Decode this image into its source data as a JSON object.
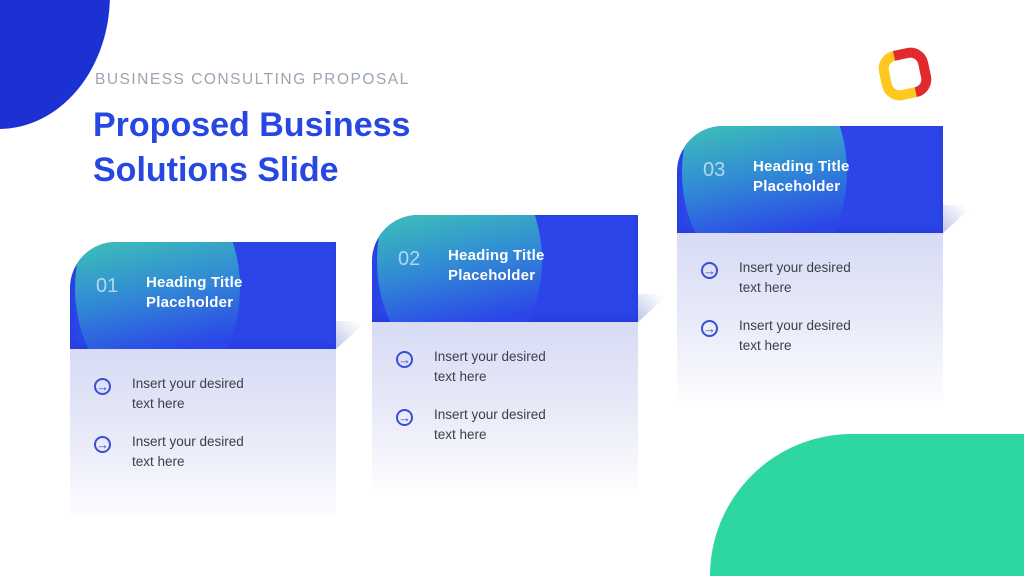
{
  "slide": {
    "kicker": "BUSINESS CONSULTING PROPOSAL",
    "title_line1": "Proposed Business",
    "title_line2": "Solutions Slide"
  },
  "cards": [
    {
      "number": "01",
      "heading": "Heading Title Placeholder",
      "items": [
        "Insert your desired text here",
        "Insert your desired text here"
      ]
    },
    {
      "number": "02",
      "heading": "Heading Title Placeholder",
      "items": [
        "Insert your desired text here",
        "Insert your desired text here"
      ]
    },
    {
      "number": "03",
      "heading": "Heading Title Placeholder",
      "items": [
        "Insert your desired text here",
        "Insert your desired text here"
      ]
    }
  ],
  "icons": {
    "arrow_glyph": "→",
    "arrow_icon_name": "circle-arrow-right-icon",
    "logo_name": "red-yellow-ring-logo"
  },
  "colors": {
    "card_header_blue": "#2b45e8",
    "title_blue": "#2747e2",
    "kicker_gray": "#9aa5b2",
    "corner_circle_blue": "#1c31d4",
    "corner_teal": "#2ed6a2",
    "header_blob_teal": "#43d6a2",
    "body_gradient_top": "#d7dbf5",
    "item_text_gray": "#3a3f46",
    "arrow_blue": "#3a4fd9",
    "logo_red": "#e02a2e",
    "logo_yellow": "#fec81e"
  }
}
